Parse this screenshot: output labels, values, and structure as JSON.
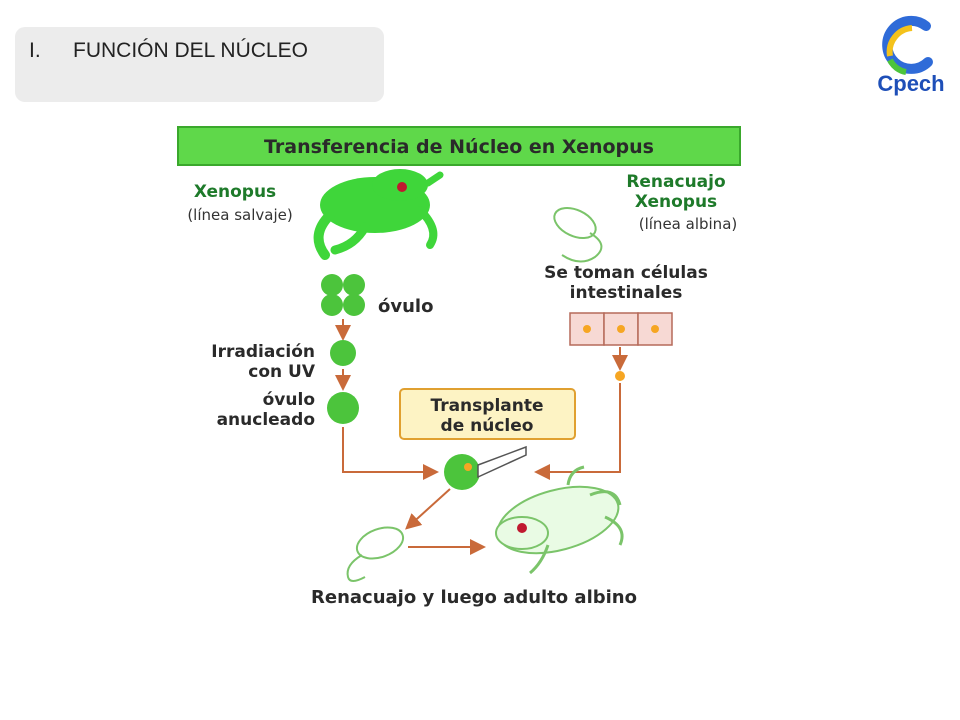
{
  "header": {
    "number": "I.",
    "title": "FUNCIÓN DEL NÚCLEO"
  },
  "logo": {
    "text": "Cpech"
  },
  "diagram": {
    "title": "Transferencia de Núcleo en Xenopus",
    "wild": {
      "line1": "Xenopus",
      "line2": "(línea salvaje)"
    },
    "albino": {
      "line1": "Renacuajo",
      "line2": "Xenopus",
      "line3": "(línea albina)"
    },
    "cells_label": {
      "line1": "Se toman células",
      "line2": "intestinales"
    },
    "egg_label": "óvulo",
    "irradiation": {
      "line1": "Irradiación",
      "line2": "con UV"
    },
    "enucleated": {
      "line1": "óvulo",
      "line2": "anucleado"
    },
    "transplant": {
      "line1": "Transplante",
      "line2": "de núcleo"
    },
    "result": "Renacuajo y luego adulto albino"
  },
  "colors": {
    "title_bar": "#5fd84a",
    "frog_green": "#3fd63a",
    "egg_green": "#4cc43c",
    "arrow": "#c96a3a",
    "transplant_box": "#fdf3c4",
    "transplant_border": "#e0a030",
    "cell_fill": "#f7d9d4",
    "nucleus": "#f6a623"
  }
}
